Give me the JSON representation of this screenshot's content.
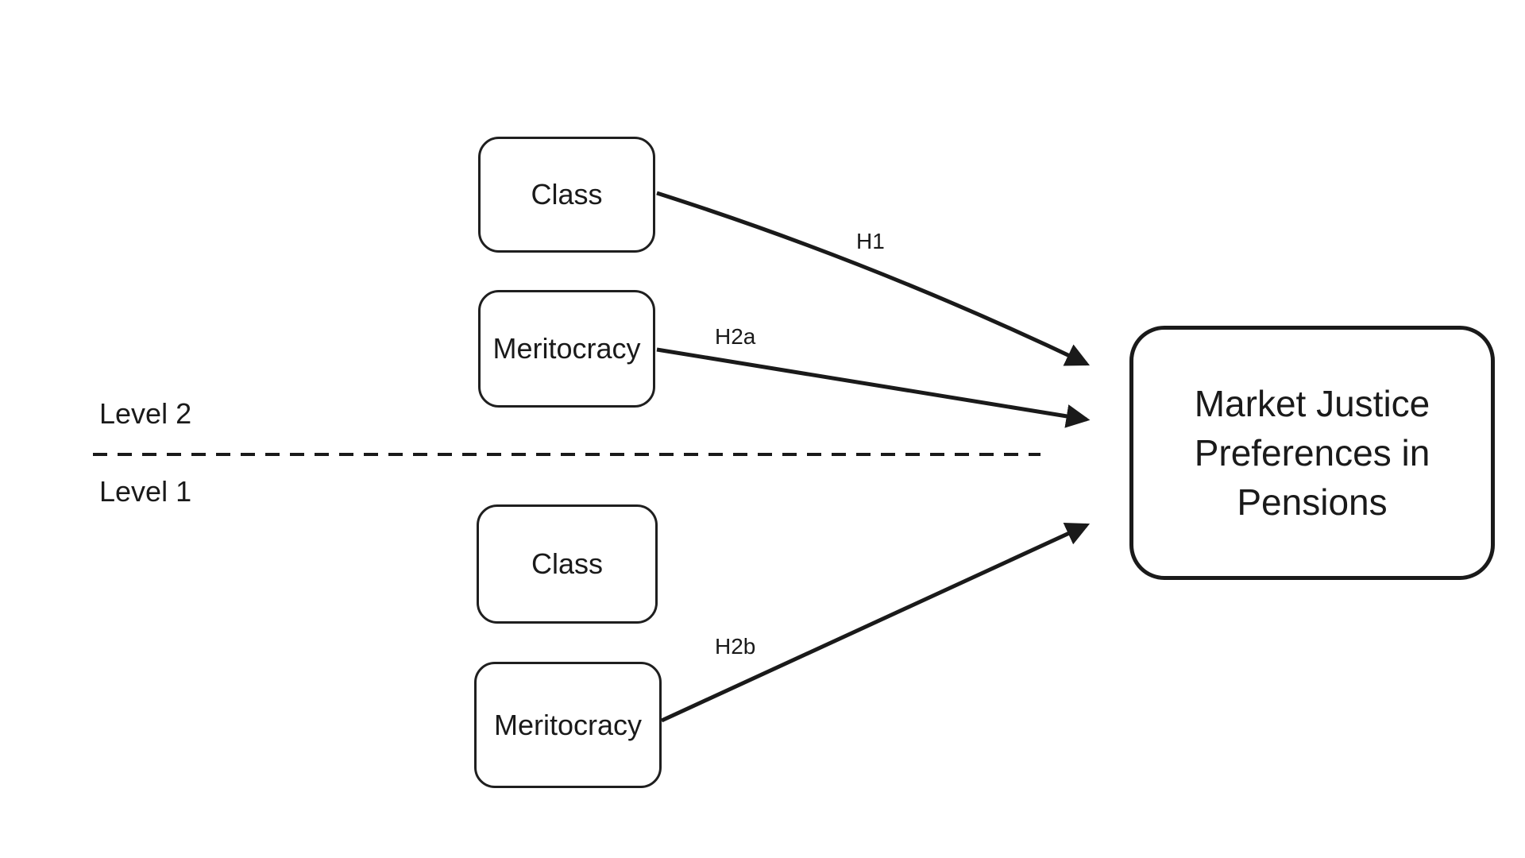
{
  "diagram": {
    "background_color": "#ffffff",
    "stroke_color": "#1a1a1a",
    "levels": {
      "upper": {
        "label": "Level 2"
      },
      "lower": {
        "label": "Level 1"
      }
    },
    "nodes": {
      "class_level2": {
        "label": "Class"
      },
      "meritocracy_level2": {
        "label": "Meritocracy"
      },
      "class_level1": {
        "label": "Class"
      },
      "meritocracy_level1": {
        "label": "Meritocracy"
      },
      "outcome": {
        "label": "Market Justice Preferences in Pensions"
      }
    },
    "edges": {
      "h1": {
        "label": "H1",
        "from": "class_level2",
        "to": "outcome"
      },
      "h2a": {
        "label": "H2a",
        "from": "meritocracy_level2",
        "to": "outcome"
      },
      "h2b": {
        "label": "H2b",
        "from": "meritocracy_level1",
        "to": "outcome"
      }
    }
  }
}
